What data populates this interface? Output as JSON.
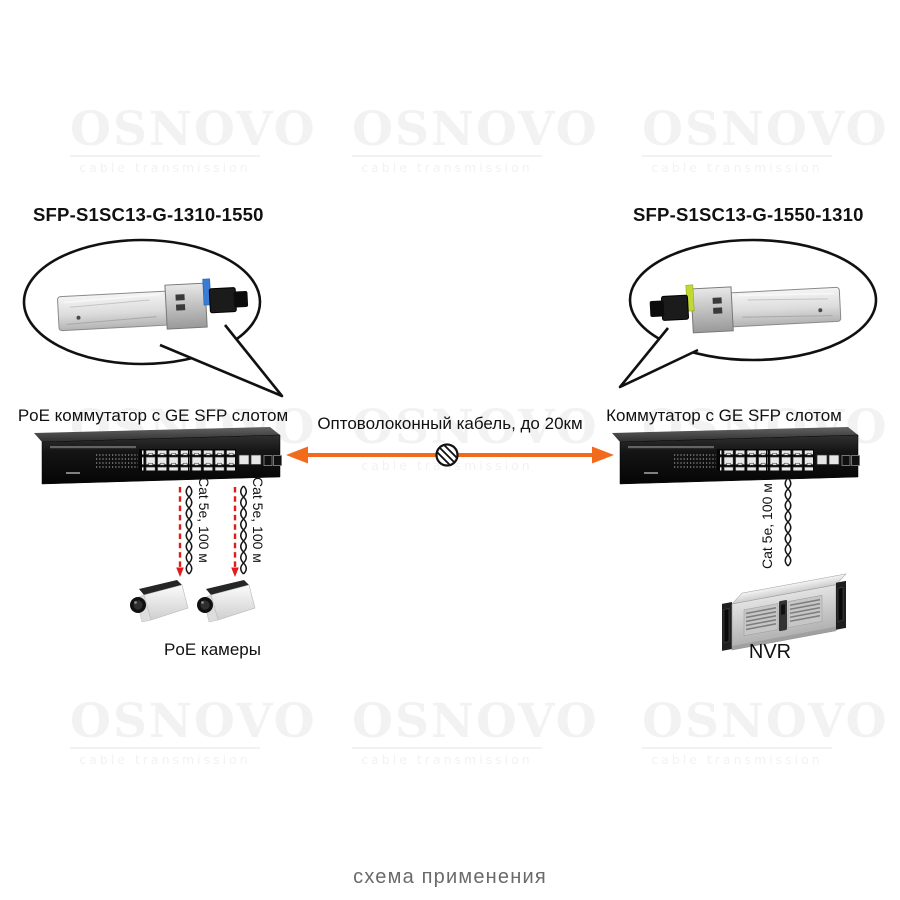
{
  "watermark": {
    "brand": "OSNOVO",
    "tagline": "cable transmission"
  },
  "left_group": {
    "sfp_label": "SFP-S1SC13-G-1310-1550",
    "switch_label": "PoE коммутатор с GE SFP слотом",
    "cable1_label": "Cat 5e, 100 м",
    "cable2_label": "Cat 5e, 100 м",
    "cameras_label": "PoE камеры"
  },
  "right_group": {
    "sfp_label": "SFP-S1SC13-G-1550-1310",
    "switch_label": "Коммутатор с GE SFP слотом",
    "cable_label": "Cat 5e, 100 м",
    "nvr_label": "NVR"
  },
  "fiber_link": {
    "label": "Оптоволоконный кабель, до 20км"
  },
  "caption": "схема применения",
  "colors": {
    "arrow_orange": "#F26A1B",
    "cable_red": "#E01B1B",
    "sfp_clip_blue": "#3A7BD5",
    "sfp_clip_green": "#C3D832",
    "watermark_gray": "#F2F2F2",
    "caption_gray": "#6A6A6A"
  },
  "icons": {
    "fiber_symbol": "hatched-circle",
    "fiber_link_arrow": "orange-double-arrow",
    "poe_cable_arrow": "red-dashed-down-arrow",
    "ethernet_cable": "twisted-pair-braid"
  }
}
